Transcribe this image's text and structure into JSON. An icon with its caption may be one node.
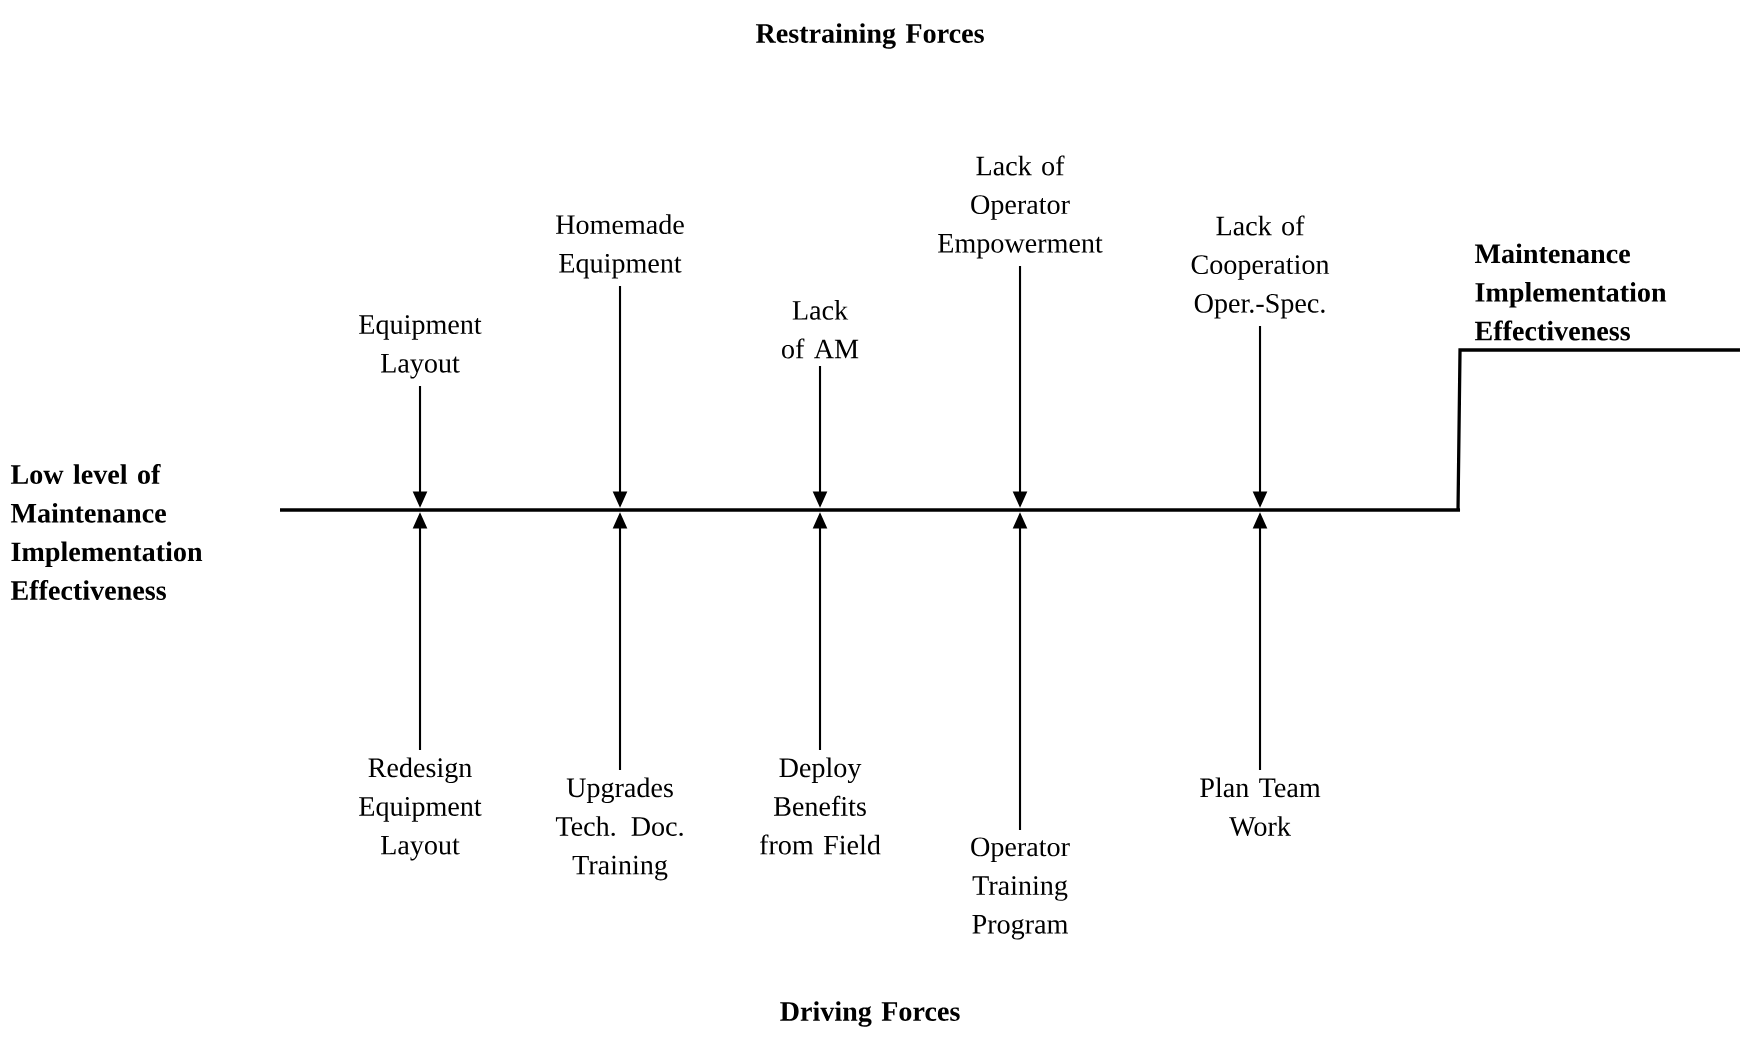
{
  "diagram": {
    "nodes": [
      {
        "text": [
          "Equipment Layout"
        ]
      },
      {
        "text": [
          "Homemade Equipment"
        ]
      },
      {
        "text": [
          "Lack of AM"
        ]
      },
      {
        "text": [
          "Lack of Operator Empowerment"
        ]
      },
      {
        "text": [
          "Lack of Cooperation Oper.-Spec."
        ]
      },
      {
        "text": [
          "Redesign Equipment Layout"
        ]
      },
      {
        "text": [
          "Upgrades Tech. Doc. Training"
        ]
      },
      {
        "text": [
          "Deploy Benefits from Field"
        ]
      },
      {
        "text": [
          "Operator Training Program"
        ]
      },
      {
        "text": [
          "Plan Team Work"
        ]
      },
      {
        "text": [],
        "shape": "bar"
      }
    ],
    "edges": [
      {
        "from": 0,
        "to": 10,
        "arrow": "to"
      },
      {
        "from": 1,
        "to": 10,
        "arrow": "to"
      },
      {
        "from": 2,
        "to": 10,
        "arrow": "to"
      },
      {
        "from": 3,
        "to": 10,
        "arrow": "to"
      },
      {
        "from": 4,
        "to": 10,
        "arrow": "to"
      },
      {
        "from": 5,
        "to": 10,
        "arrow": "to"
      },
      {
        "from": 6,
        "to": 10,
        "arrow": "to"
      },
      {
        "from": 7,
        "to": 10,
        "arrow": "to"
      },
      {
        "from": 8,
        "to": 10,
        "arrow": "to"
      },
      {
        "from": 9,
        "to": 10,
        "arrow": "to"
      }
    ],
    "labels": [
      "Restraining Forces",
      "Maintenance Implementation Effectiveness",
      "Low level of Maintenance Implementation Effectiveness",
      "Driving Forces"
    ]
  }
}
